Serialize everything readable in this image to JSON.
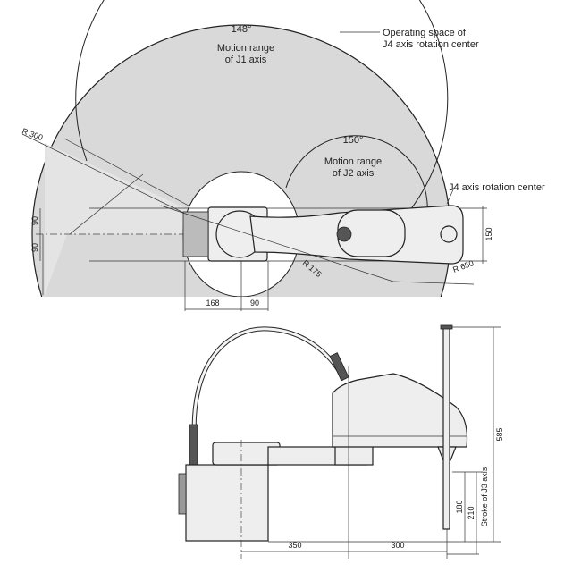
{
  "top_view": {
    "j1_angle": "148°",
    "j1_label_line1": "Motion range",
    "j1_label_line2": "of J1 axis",
    "j2_angle": "150°",
    "j2_label_line1": "Motion range",
    "j2_label_line2": "of J2 axis",
    "operating_space_line1": "Operating space of",
    "operating_space_line2": "J4 axis rotation center",
    "j4_center": "J4 axis rotation center",
    "r300": "R 300",
    "r175": "R 175",
    "r650": "R 650",
    "dim_90_upper": "90",
    "dim_90_lower": "90",
    "dim_150": "150",
    "dim_168": "168",
    "dim_90_bottom": "90"
  },
  "side_view": {
    "dim_585": "585",
    "dim_180": "180",
    "dim_210": "210",
    "stroke_label": "Stroke of J3 axis",
    "dim_350": "350",
    "dim_300": "300"
  },
  "colors": {
    "shade": "#d9d9d9",
    "line": "#222222"
  }
}
